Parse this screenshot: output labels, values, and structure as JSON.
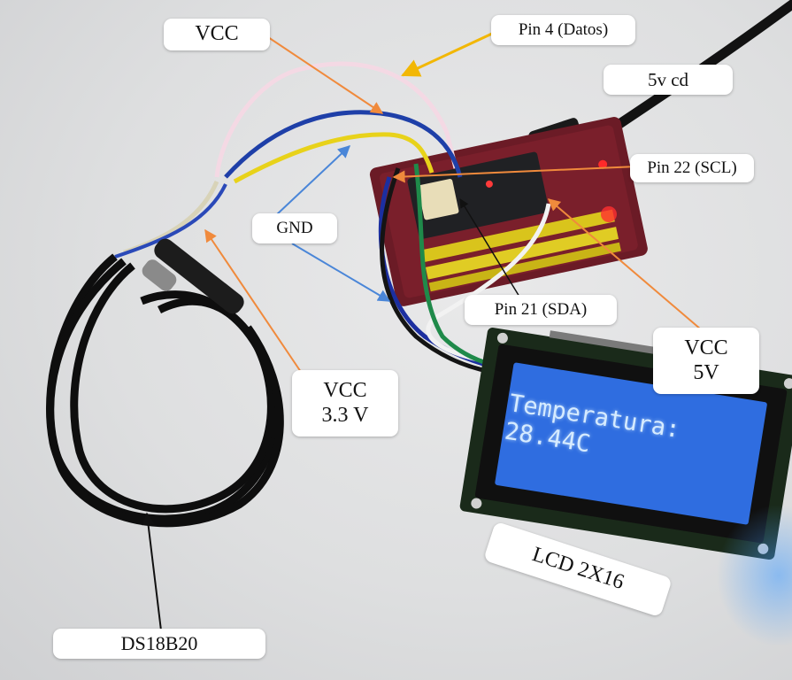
{
  "labels": {
    "vcc_top": "VCC",
    "pin4": "Pin 4 (Datos)",
    "power_5v": "5v cd",
    "pin22": "Pin 22 (SCL)",
    "gnd": "GND",
    "pin21": "Pin 21 (SDA)",
    "vcc_5v_line1": "VCC",
    "vcc_5v_line2": "5V",
    "vcc_33_line1": "VCC",
    "vcc_33_line2": "3.3 V",
    "lcd_label": "LCD 2X16",
    "sensor_label": "DS18B20"
  },
  "lcd": {
    "line1": "Temperatura:",
    "line2": "28.44C"
  },
  "colors": {
    "arrow_orange": "#f08a3c",
    "arrow_yellow": "#f2b705",
    "arrow_blue": "#4a86d8",
    "arrow_black": "#111111",
    "board_red": "#7a1f2b",
    "lcd_blue": "#2f6de0"
  }
}
